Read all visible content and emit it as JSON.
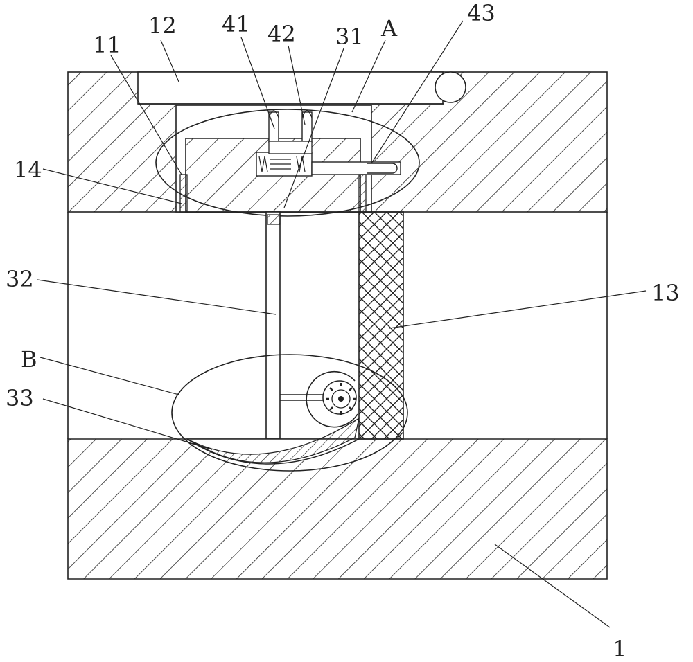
{
  "labels": {
    "l12": "12",
    "l11": "11",
    "l41": "41",
    "l42": "42",
    "l31": "31",
    "lA": "A",
    "l43": "43",
    "l14": "14",
    "l32": "32",
    "l13": "13",
    "lB": "B",
    "l33": "33",
    "l1": "1"
  },
  "colors": {
    "stroke": "#222222",
    "background": "#ffffff"
  }
}
